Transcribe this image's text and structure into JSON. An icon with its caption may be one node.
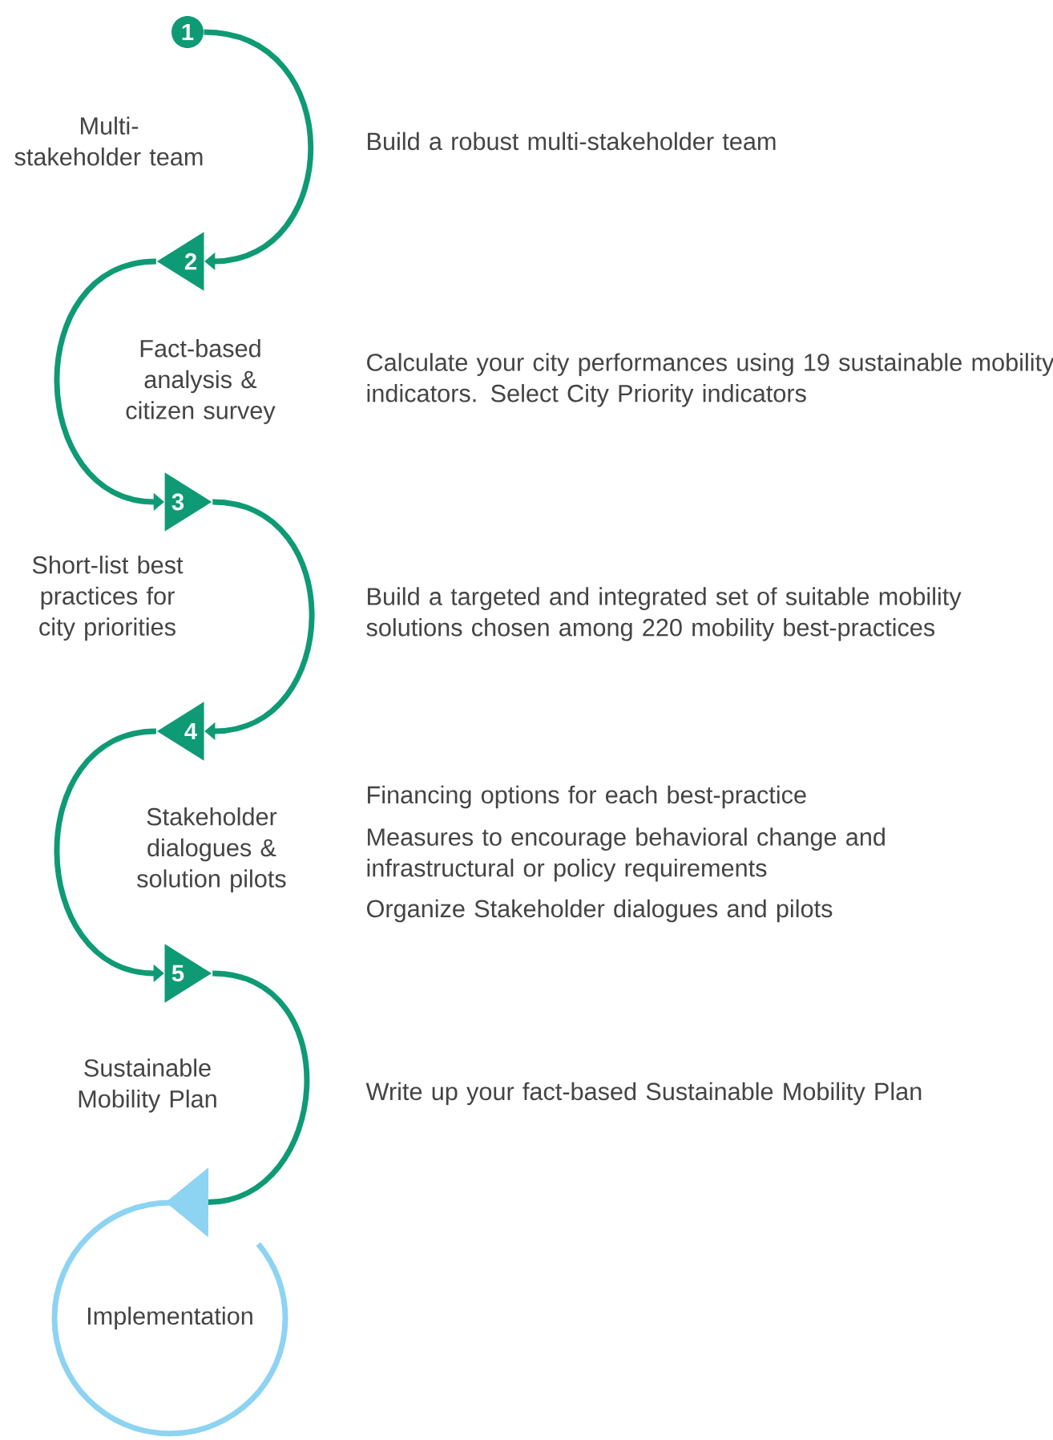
{
  "diagram": {
    "nodes": [
      {
        "text": [
          "1"
        ]
      },
      {
        "text": [
          "2"
        ]
      },
      {
        "text": [
          "3"
        ]
      },
      {
        "text": [
          "4"
        ]
      },
      {
        "text": [
          "5"
        ]
      },
      {
        "text": [
          "Implementation"
        ]
      }
    ],
    "edges": [
      {
        "from": 0,
        "to": 1,
        "arrow": "to"
      },
      {
        "from": 1,
        "to": 2,
        "arrow": "to"
      },
      {
        "from": 2,
        "to": 3,
        "arrow": "to"
      },
      {
        "from": 3,
        "to": 4,
        "arrow": "to"
      },
      {
        "from": 4,
        "to": 5,
        "arrow": "to"
      }
    ],
    "labels": [
      "Multi-stakeholder team",
      "Build a robust multi-stakeholder team",
      "Fact-based analysis & citizen survey",
      "Calculate your city performances using 19 sustainable mobility indicators. Select City Priority indicators",
      "Short-list best practices for city priorities",
      "Build a targeted and integrated set of suitable mobility solutions chosen among 220 mobility best-practices",
      "Stakeholder dialogues & solution pilots",
      "Financing options for each best-practice",
      "Measures to encourage behavioral change and infrastructural or policy requirements",
      "Organize Stakeholder dialogues and pilots",
      "Sustainable Mobility Plan",
      "Write up your fact-based Sustainable Mobility Plan"
    ]
  }
}
